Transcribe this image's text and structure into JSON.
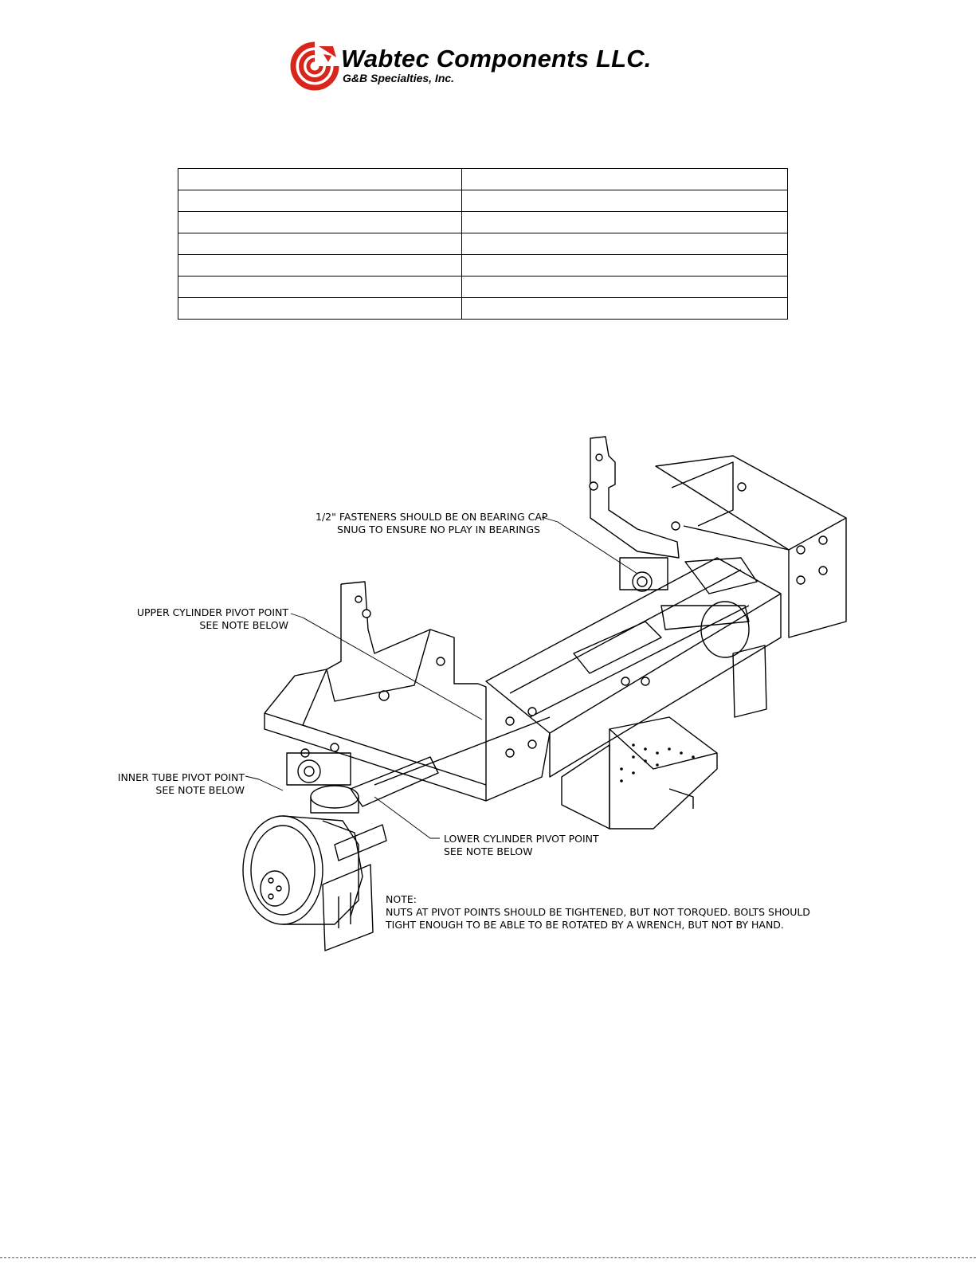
{
  "header": {
    "company_name": "Wabtec Components LLC.",
    "company_subtitle": "G&B Specialties, Inc.",
    "logo_color": "#d9261c"
  },
  "info_table": {
    "rows": 7,
    "columns": 2
  },
  "callouts": {
    "bearing_cap": {
      "line1": "1/2\" FASTENERS SHOULD BE ON BEARING CAP",
      "line2": "SNUG TO ENSURE NO PLAY IN BEARINGS"
    },
    "upper_cylinder": {
      "line1": "UPPER CYLINDER PIVOT POINT",
      "line2": "SEE NOTE BELOW"
    },
    "inner_tube": {
      "line1": "INNER TUBE PIVOT POINT",
      "line2": "SEE NOTE BELOW"
    },
    "lower_cylinder": {
      "line1": "LOWER CYLINDER PIVOT POINT",
      "line2": "SEE NOTE BELOW"
    }
  },
  "note": {
    "heading": "NOTE:",
    "line1": "NUTS AT PIVOT POINTS SHOULD BE TIGHTENED, BUT NOT TORQUED. BOLTS SHOULD",
    "line2": "TIGHT ENOUGH TO BE ABLE TO BE ROTATED BY A WRENCH, BUT NOT BY HAND."
  }
}
